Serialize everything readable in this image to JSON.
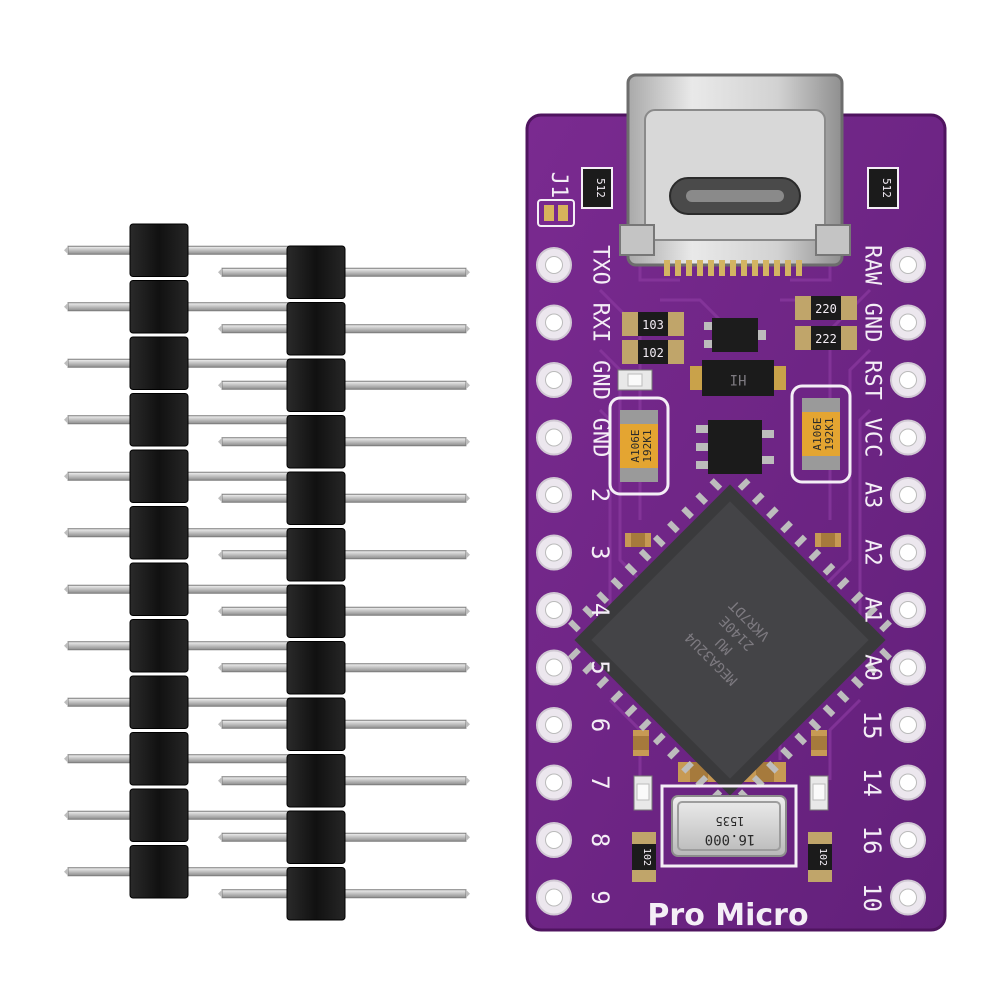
{
  "board": {
    "name": "Pro Micro",
    "jumper": "J1",
    "left_pins": [
      "TXO",
      "RXI",
      "GND",
      "GND",
      "2",
      "3",
      "4",
      "5",
      "6",
      "7",
      "8",
      "9"
    ],
    "right_pins": [
      "RAW",
      "GND",
      "RST",
      "VCC",
      "A3",
      "A2",
      "A1",
      "A0",
      "15",
      "14",
      "16",
      "10"
    ],
    "resistor_labels": {
      "top_left": "512",
      "top_right": "512",
      "r_103": "103",
      "r_102": "102",
      "r_220": "220",
      "r_222": "222",
      "r_bottom_left": "102",
      "r_bottom_right": "102"
    },
    "capacitor_left": [
      "A106E",
      "192K1"
    ],
    "capacitor_right": [
      "A106E",
      "192K1"
    ],
    "regulator_mark": "HI",
    "mcu_marking": [
      "MEGA32U4",
      "MU",
      "2140E",
      "VKR7DT"
    ],
    "crystal_marking": [
      "16.000",
      "1535"
    ]
  },
  "header_strips": {
    "count": 2,
    "pins_per_strip": 12
  },
  "colors": {
    "pcb": "#6f2384",
    "pcb_dark": "#4f145f",
    "silkscreen": "#f4eef6",
    "pad": "#ece7ee",
    "gold": "#c9a24a",
    "header_plastic": "#161616",
    "pin_metal": "#c9c9c9",
    "tantalum": "#e4a531"
  }
}
